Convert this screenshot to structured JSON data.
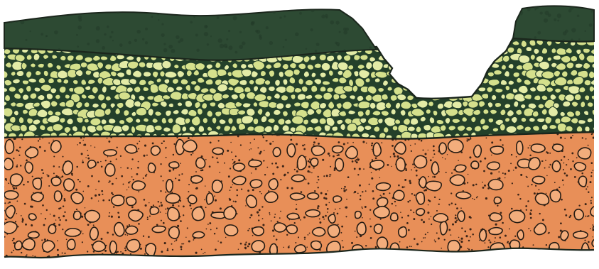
{
  "colors": {
    "background": "#ffffff",
    "outline": "#1b261c",
    "topsoil": "#2d4a33",
    "topsoil_shade": "#223a28",
    "subsoil_matrix": "#24402a",
    "subsoil_pebble": "#d5e08c",
    "subsoil_pebble_light": "#e3eba6",
    "bedrock_matrix": "#e88f58",
    "bedrock_speckle": "#3b2417",
    "bedrock_pebble": "#f3ad7c",
    "bedrock_pebble_edge": "#241a12"
  },
  "layers": [
    {
      "key": "topsoil",
      "texture": "solid"
    },
    {
      "key": "subsoil",
      "texture": "rounded-pebbles"
    },
    {
      "key": "bedrock",
      "texture": "speckled-gravel"
    }
  ]
}
